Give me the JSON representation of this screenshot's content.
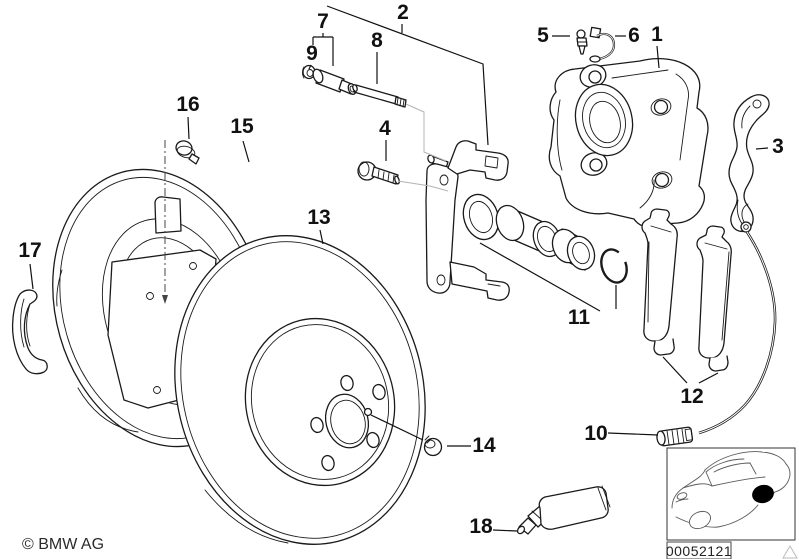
{
  "diagram": {
    "description_note": "exploded-parts-drawing",
    "callouts": [
      {
        "number": "1"
      },
      {
        "number": "2"
      },
      {
        "number": "3"
      },
      {
        "number": "4"
      },
      {
        "number": "5"
      },
      {
        "number": "6"
      },
      {
        "number": "7"
      },
      {
        "number": "8"
      },
      {
        "number": "9"
      },
      {
        "number": "10"
      },
      {
        "number": "11"
      },
      {
        "number": "12"
      },
      {
        "number": "13"
      },
      {
        "number": "14"
      },
      {
        "number": "15"
      },
      {
        "number": "16"
      },
      {
        "number": "17"
      },
      {
        "number": "18"
      }
    ]
  },
  "footer": {
    "copyright": "© BMW AG"
  },
  "reference": {
    "part_code": "00052121"
  },
  "colors": {
    "line": "#1a1a1a",
    "label": "#111111",
    "guide_line": "#b3b3b3",
    "wheel_highlight": "#000000",
    "background": "#ffffff"
  }
}
